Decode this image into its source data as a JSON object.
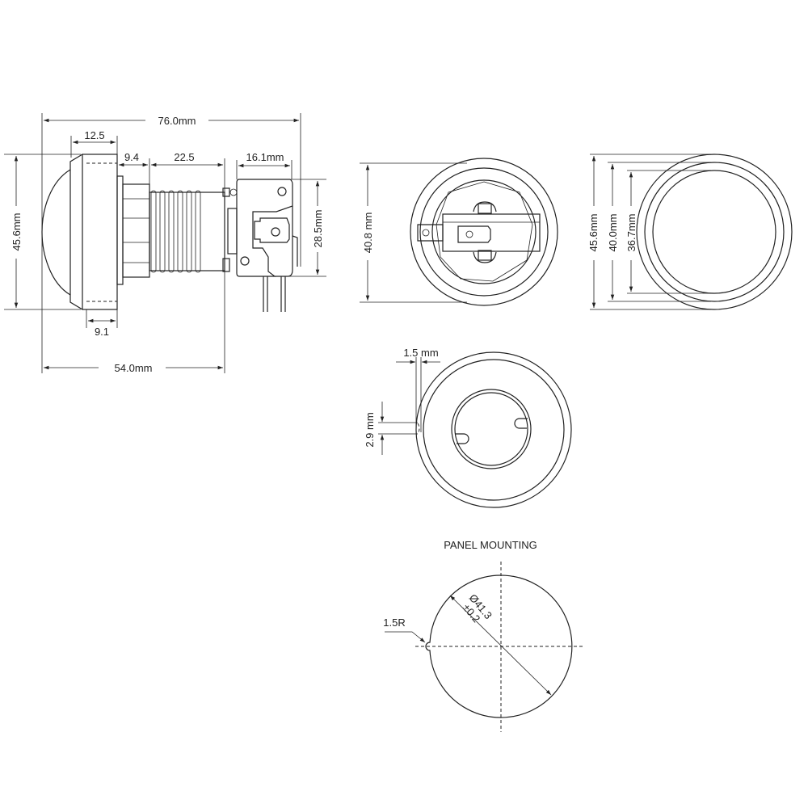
{
  "side_view": {
    "overall_length": "76.0mm",
    "cap_length": "12.5",
    "nut_length": "9.4",
    "body_length": "22.5",
    "switch_length": "16.1mm",
    "switch_height": "28.5mm",
    "cap_diameter": "45.6mm",
    "bezel_depth": "9.1",
    "length_to_switch": "54.0mm"
  },
  "rear_view": {
    "nut_diameter": "40.8 mm"
  },
  "front_view": {
    "outer_diameter": "45.6mm",
    "mid_diameter": "40.0mm",
    "inner_diameter": "36.7mm"
  },
  "bottom_view": {
    "key_width": "1.5 mm",
    "key_height": "2.9 mm"
  },
  "panel_mounting": {
    "title": "PANEL MOUNTING",
    "diameter": "Ø41.3",
    "tolerance": "±0.2",
    "notch_radius": "1.5R"
  }
}
